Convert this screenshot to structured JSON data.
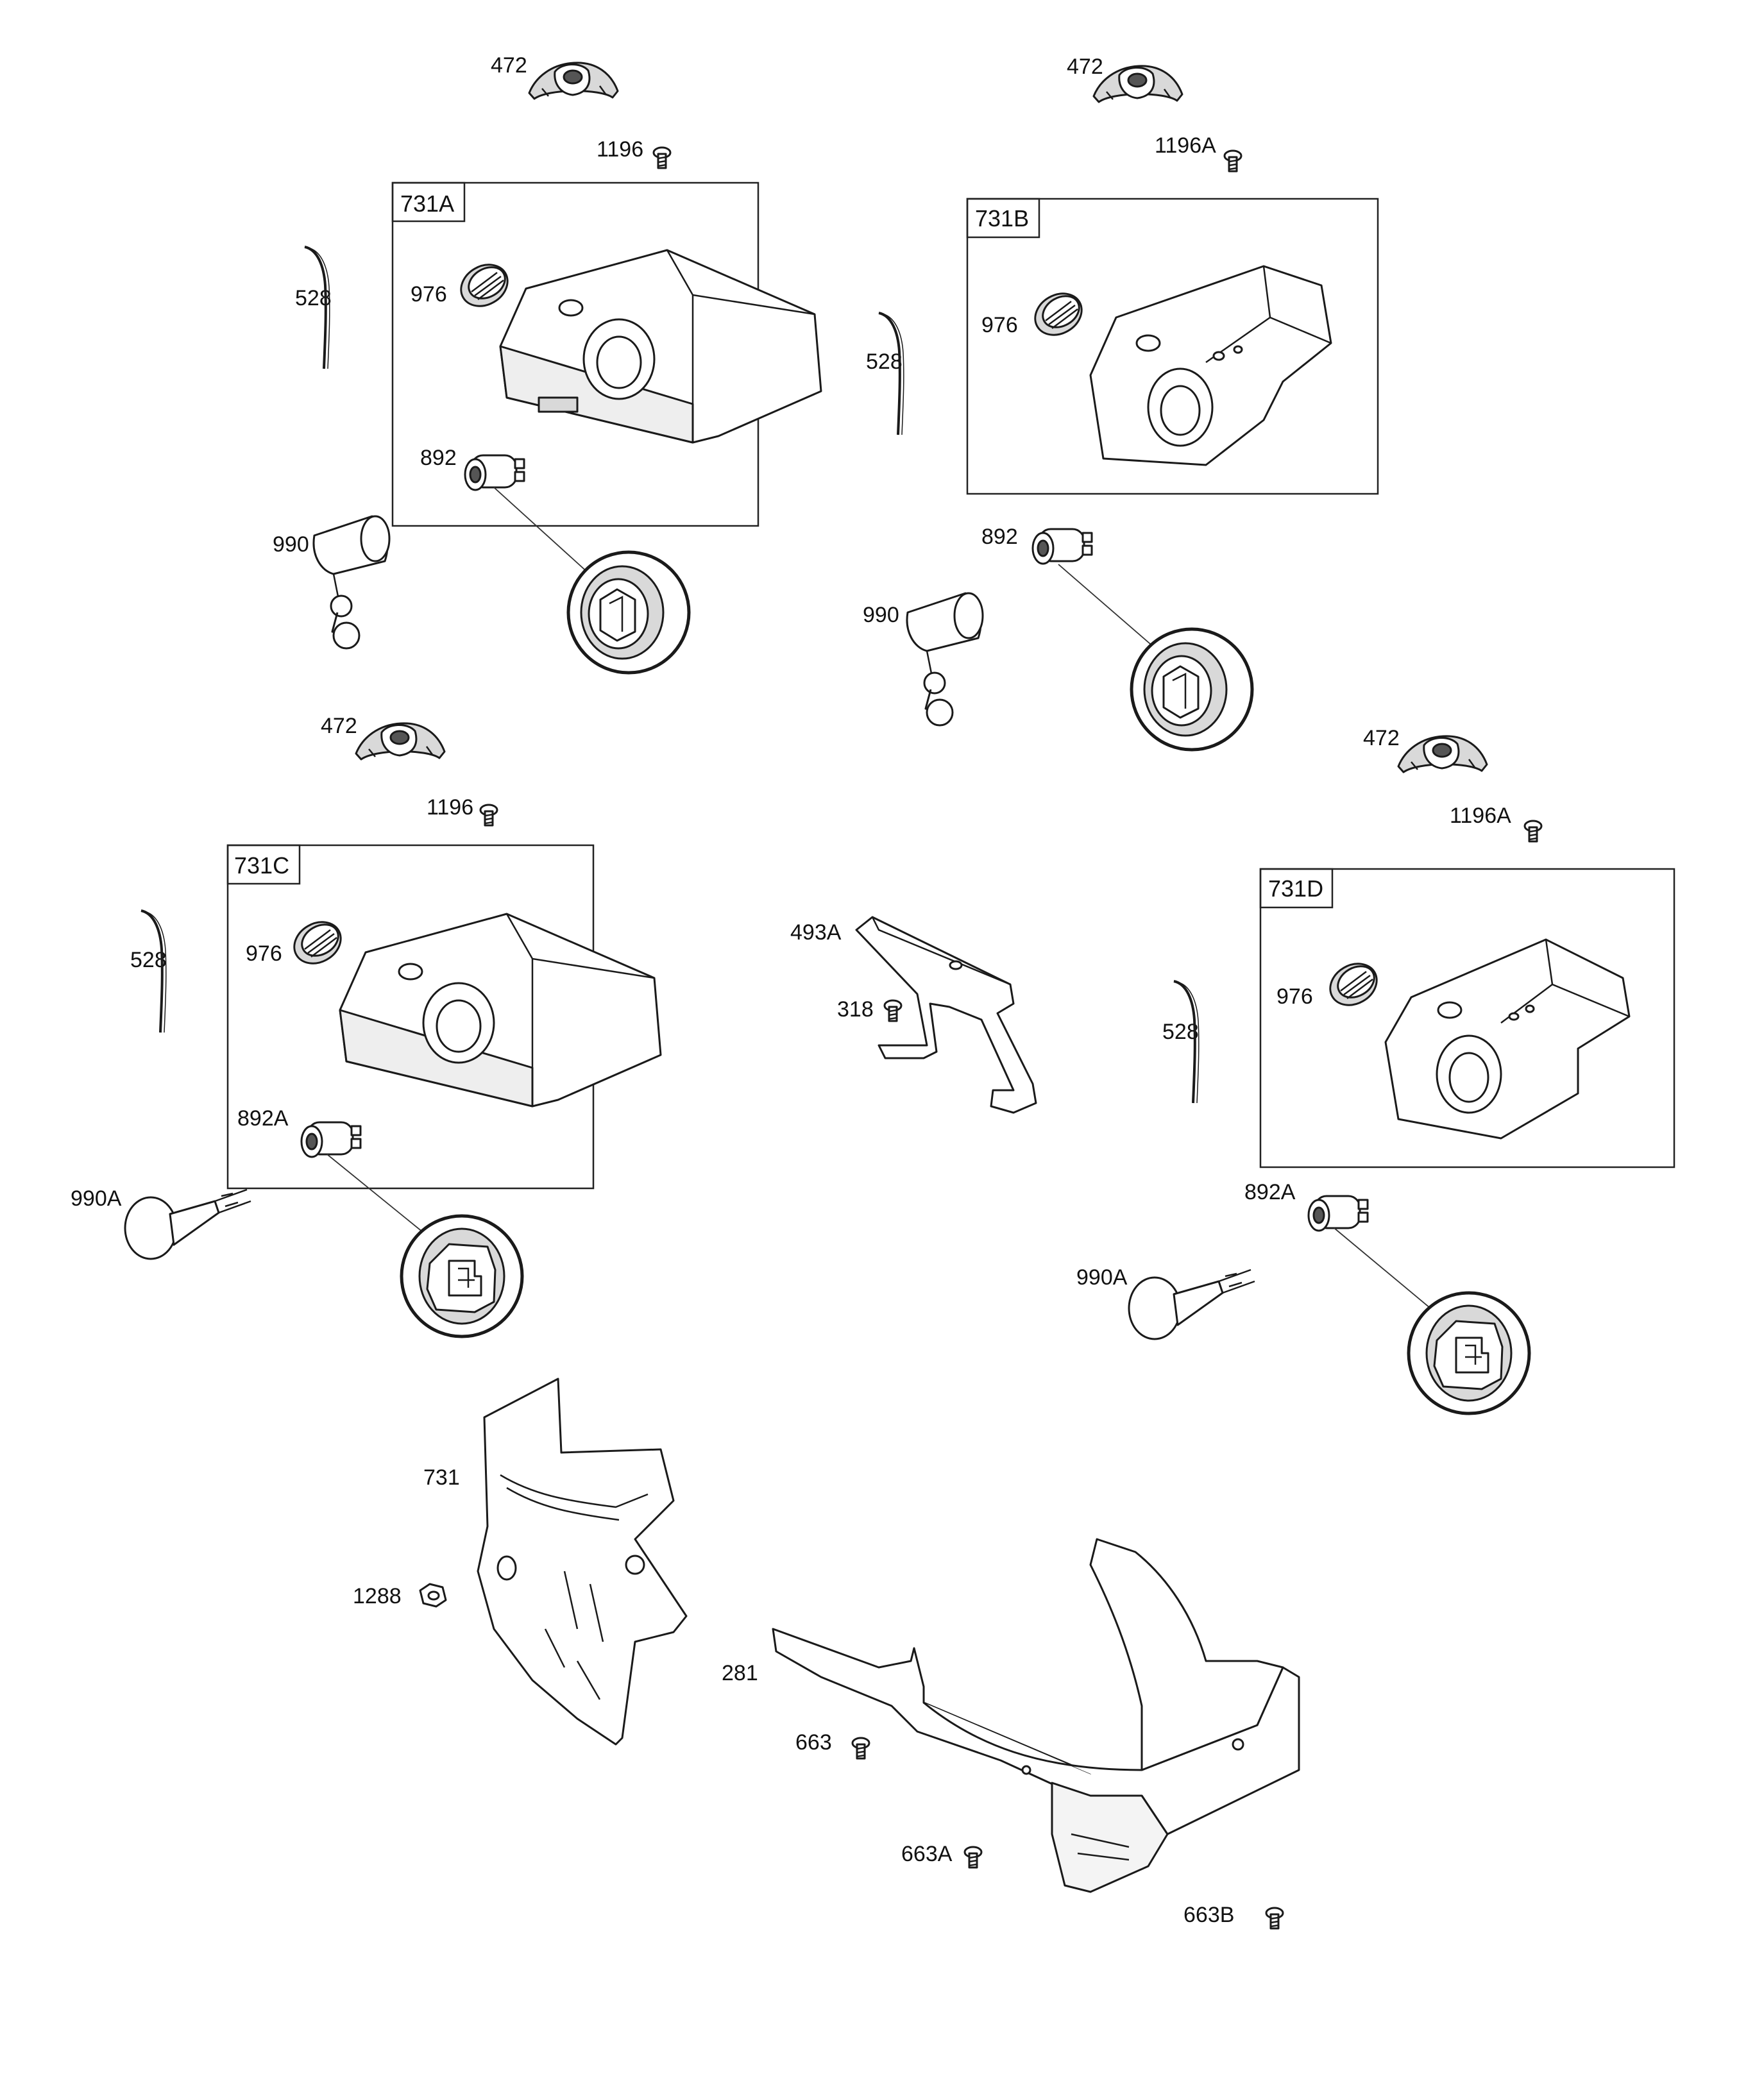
{
  "labels": {
    "p472a": "472",
    "p1196a": "1196",
    "p731A": "731A",
    "p976a": "976",
    "p528a": "528",
    "p892a": "892",
    "p990a": "990",
    "p472b": "472",
    "p1196Ab": "1196A",
    "p731B": "731B",
    "p976b": "976",
    "p528b": "528",
    "p892b": "892",
    "p990b": "990",
    "p472c": "472",
    "p1196c": "1196",
    "p731C": "731C",
    "p976c": "976",
    "p528c": "528",
    "p892Ac": "892A",
    "p990Ac": "990A",
    "p472d": "472",
    "p1196Ad": "1196A",
    "p731D": "731D",
    "p976d": "976",
    "p528d": "528",
    "p892Ad": "892A",
    "p990Ad": "990A",
    "p493A": "493A",
    "p318": "318",
    "p731": "731",
    "p1288": "1288",
    "p281": "281",
    "p663": "663",
    "p663A": "663A",
    "p663B": "663B"
  },
  "icons": [
    "knob-icon",
    "screw-icon",
    "grommet-icon",
    "wire-icon",
    "cover-icon",
    "switch-icon",
    "key-icon",
    "detail-circle-icon",
    "bracket-icon",
    "shroud-icon",
    "nut-icon"
  ]
}
